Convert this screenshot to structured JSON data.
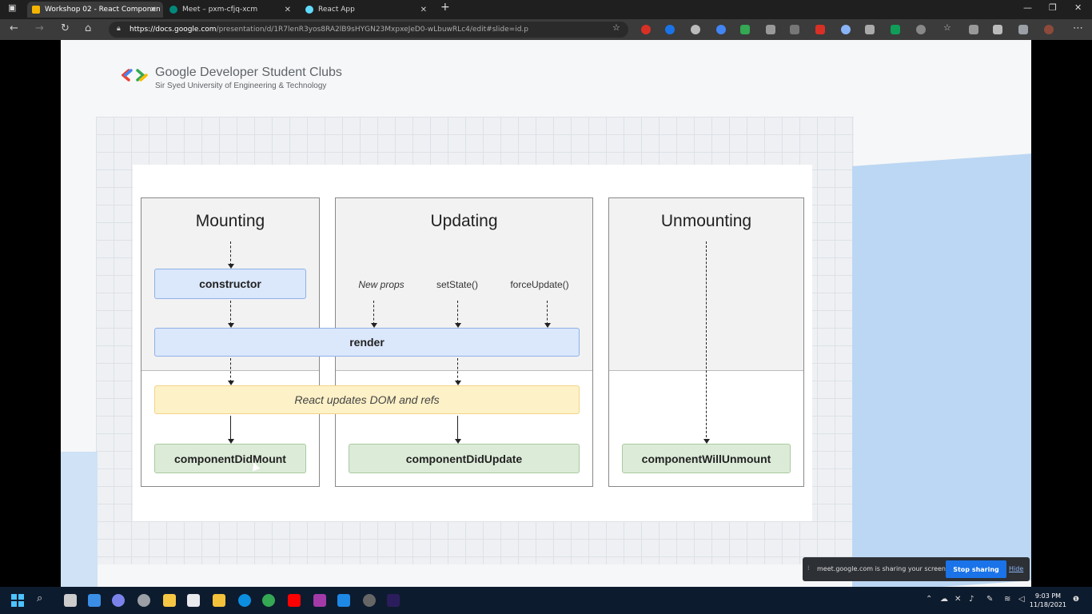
{
  "browser": {
    "tabs": [
      {
        "title": "Workshop 02 - React Componen",
        "active": true,
        "color": "#f4b400"
      },
      {
        "title": "Meet – pxm-cfjq-xcm",
        "active": false,
        "color": "#00897b"
      },
      {
        "title": "React App",
        "active": false,
        "color": "#61dafb"
      }
    ],
    "new_tab_label": "+",
    "url_host": "https://docs.google.com",
    "url_path": "/presentation/d/1R7lenR3yos8RA2lB9sHYGN23MxpxeJeD0-wLbuwRLc4/edit#slide=id.p"
  },
  "slide": {
    "logo_title": "Google Developer Student Clubs",
    "logo_subtitle": "Sir Syed University of Engineering & Technology",
    "phases": {
      "mounting": "Mounting",
      "updating": "Updating",
      "unmounting": "Unmounting"
    },
    "boxes": {
      "constructor": "constructor",
      "render": "render",
      "dom_update": "React updates DOM and refs",
      "did_mount": "componentDidMount",
      "did_update": "componentDidUpdate",
      "will_unmount": "componentWillUnmount"
    },
    "triggers": {
      "new_props": "New props",
      "set_state": "setState()",
      "force_update": "forceUpdate()"
    }
  },
  "meet_bar": {
    "message": "meet.google.com is sharing your screen.",
    "stop_label": "Stop sharing",
    "hide_label": "Hide"
  },
  "taskbar": {
    "time": "9:03 PM",
    "date": "11/18/2021"
  }
}
